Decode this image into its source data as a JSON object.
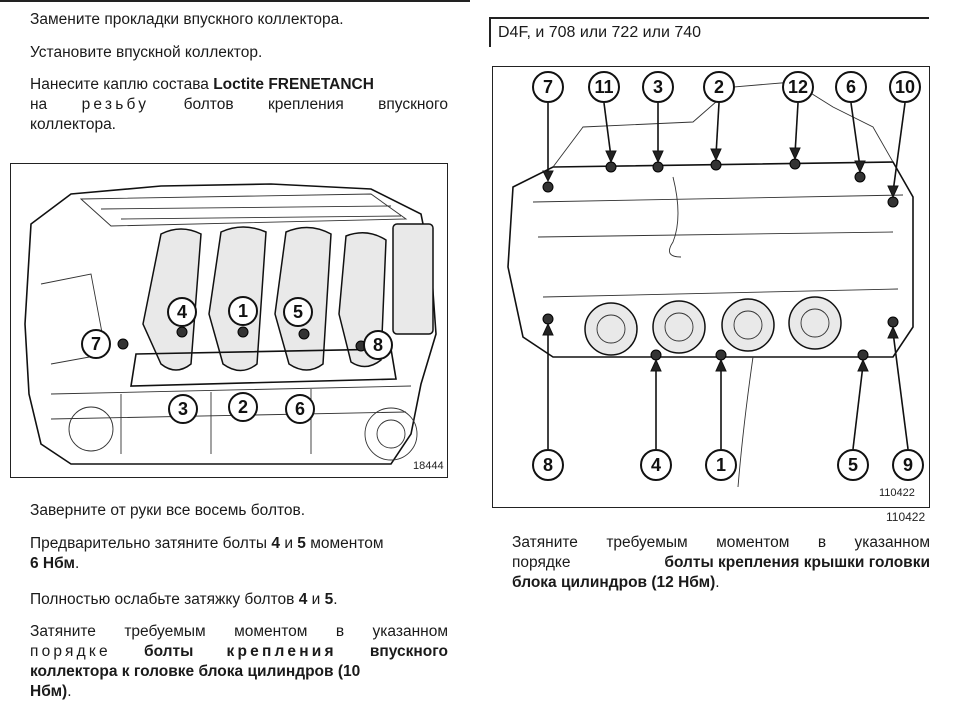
{
  "left": {
    "step1": "Замените прокладки впускного коллектора.",
    "step2": "Установите впускной коллектор.",
    "step3": {
      "pre": "Нанесите каплю состава ",
      "bold": "Loctite FRENETANCH",
      "line2a": "на",
      "line2b": "резьбу",
      "line2c": "болтов",
      "line2d": "крепления",
      "line2e": "впускного",
      "line3": "коллектора."
    },
    "figure_number": "18444",
    "callouts": [
      "4",
      "1",
      "5",
      "7",
      "8",
      "3",
      "2",
      "6"
    ],
    "step4": "Заверните от руки все восемь болтов.",
    "step5": {
      "pre": "Предварительно затяните болты ",
      "b1": "4",
      "mid": " и ",
      "b2": "5",
      "post": " моментом",
      "line2": "6 Нбм",
      "line2_end": "."
    },
    "step6": {
      "pre": "Полностью ослабьте затяжку болтов ",
      "b1": "4",
      "mid": " и ",
      "b2": "5",
      "end": "."
    },
    "step7": {
      "line1": "Затяните требуемым моментом в указанном",
      "line2_spaced": "порядке",
      "line2_bold1": "болты",
      "line2_bold2": "крепления",
      "line2_tail": "впускного",
      "line3": "коллектора к головке блока цилиндров (10",
      "line4": "Нбм)",
      "line4_end": "."
    }
  },
  "right": {
    "engine_label": "D4F, и 708 или 722 или 740",
    "figure_number_inner": "110422",
    "figure_number": "110422",
    "top_callouts": [
      "7",
      "11",
      "3",
      "2",
      "12",
      "6",
      "10"
    ],
    "bottom_callouts": [
      "8",
      "4",
      "1",
      "5",
      "9"
    ],
    "caption": {
      "line1": "Затяните требуемым моментом в указанном",
      "line2_pre": "порядке ",
      "line2_bold": "болты крепления крышки головки",
      "line3_bold": "блока цилиндров (12 Нбм)",
      "line3_end": "."
    }
  }
}
